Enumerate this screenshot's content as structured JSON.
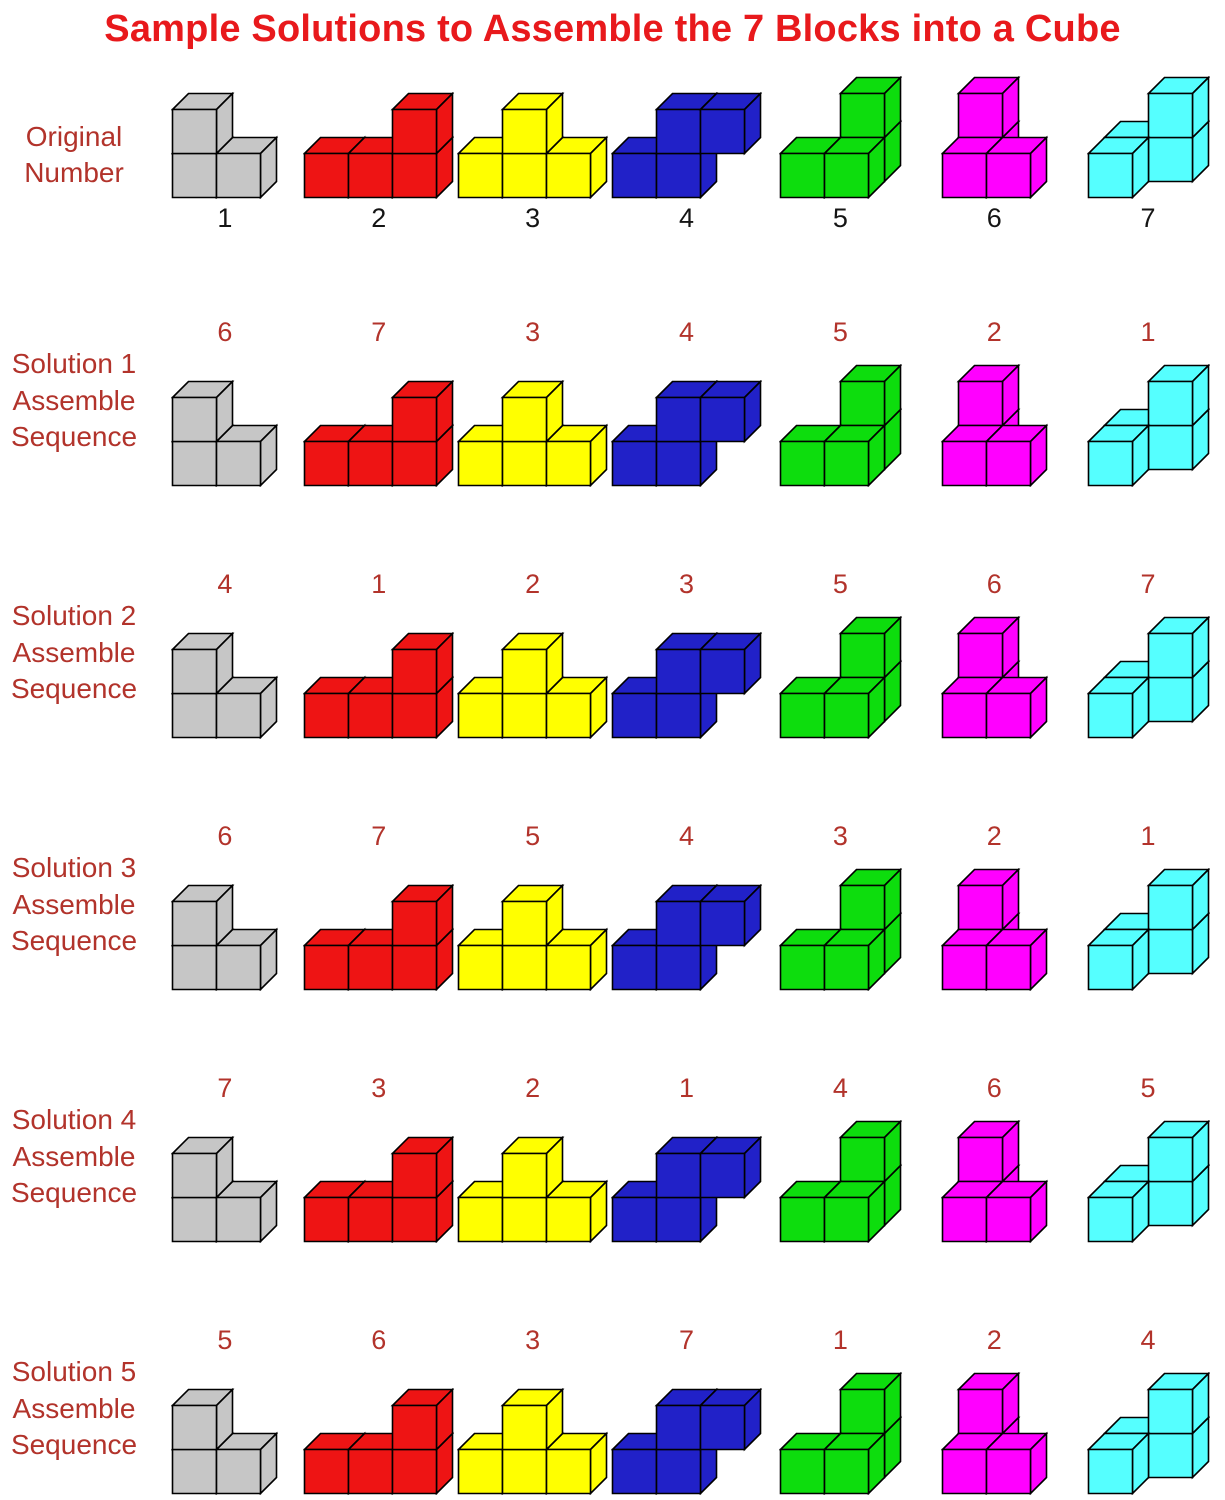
{
  "title": "Sample Solutions to Assemble the 7 Blocks into a Cube",
  "colors": {
    "title": "#e8191c",
    "label": "#b2332b",
    "solution_number": "#b2332b",
    "original_number": "#151515",
    "outline": "#000000"
  },
  "pieces": [
    {
      "name": "gray-v-piece",
      "color": "#c6c6c6",
      "cubes": [
        [
          0,
          0,
          0
        ],
        [
          1,
          0,
          0
        ],
        [
          0,
          1,
          0
        ]
      ]
    },
    {
      "name": "red-l-piece",
      "color": "#ee1414",
      "cubes": [
        [
          0,
          0,
          0
        ],
        [
          1,
          0,
          0
        ],
        [
          2,
          0,
          0
        ],
        [
          2,
          1,
          0
        ]
      ]
    },
    {
      "name": "yellow-t-piece",
      "color": "#ffff00",
      "cubes": [
        [
          0,
          0,
          0
        ],
        [
          1,
          0,
          0
        ],
        [
          2,
          0,
          0
        ],
        [
          1,
          1,
          0
        ]
      ]
    },
    {
      "name": "blue-s-piece",
      "color": "#2121c8",
      "cubes": [
        [
          0,
          0,
          0
        ],
        [
          1,
          0,
          0
        ],
        [
          1,
          1,
          0
        ],
        [
          2,
          1,
          0
        ]
      ]
    },
    {
      "name": "green-screw-piece",
      "color": "#0ddd0d",
      "cubes": [
        [
          0,
          0,
          0
        ],
        [
          1,
          0,
          0
        ],
        [
          1,
          0,
          1
        ],
        [
          1,
          1,
          1
        ]
      ]
    },
    {
      "name": "magenta-screw-piece",
      "color": "#ff00ff",
      "cubes": [
        [
          0,
          0,
          0
        ],
        [
          1,
          0,
          0
        ],
        [
          0,
          0,
          1
        ],
        [
          0,
          1,
          1
        ]
      ]
    },
    {
      "name": "cyan-corner-piece",
      "color": "#55ffff",
      "cubes": [
        [
          0,
          0,
          0
        ],
        [
          0,
          0,
          1
        ],
        [
          1,
          0,
          1
        ],
        [
          1,
          1,
          1
        ]
      ]
    }
  ],
  "rows": [
    {
      "name": "original",
      "label_lines": [
        "Original",
        "Number"
      ],
      "numbers_position": "below",
      "number_color_key": "original_number",
      "numbers": [
        "1",
        "2",
        "3",
        "4",
        "5",
        "6",
        "7"
      ]
    },
    {
      "name": "solution-1",
      "label_lines": [
        "Solution 1",
        "Assemble",
        "Sequence"
      ],
      "numbers_position": "above",
      "number_color_key": "solution_number",
      "numbers": [
        "6",
        "7",
        "3",
        "4",
        "5",
        "2",
        "1"
      ]
    },
    {
      "name": "solution-2",
      "label_lines": [
        "Solution 2",
        "Assemble",
        "Sequence"
      ],
      "numbers_position": "above",
      "number_color_key": "solution_number",
      "numbers": [
        "4",
        "1",
        "2",
        "3",
        "5",
        "6",
        "7"
      ]
    },
    {
      "name": "solution-3",
      "label_lines": [
        "Solution 3",
        "Assemble",
        "Sequence"
      ],
      "numbers_position": "above",
      "number_color_key": "solution_number",
      "numbers": [
        "6",
        "7",
        "5",
        "4",
        "3",
        "2",
        "1"
      ]
    },
    {
      "name": "solution-4",
      "label_lines": [
        "Solution 4",
        "Assemble",
        "Sequence"
      ],
      "numbers_position": "above",
      "number_color_key": "solution_number",
      "numbers": [
        "7",
        "3",
        "2",
        "1",
        "4",
        "6",
        "5"
      ]
    },
    {
      "name": "solution-5",
      "label_lines": [
        "Solution 5",
        "Assemble",
        "Sequence"
      ],
      "numbers_position": "above",
      "number_color_key": "solution_number",
      "numbers": [
        "5",
        "6",
        "3",
        "7",
        "1",
        "2",
        "4"
      ]
    }
  ]
}
